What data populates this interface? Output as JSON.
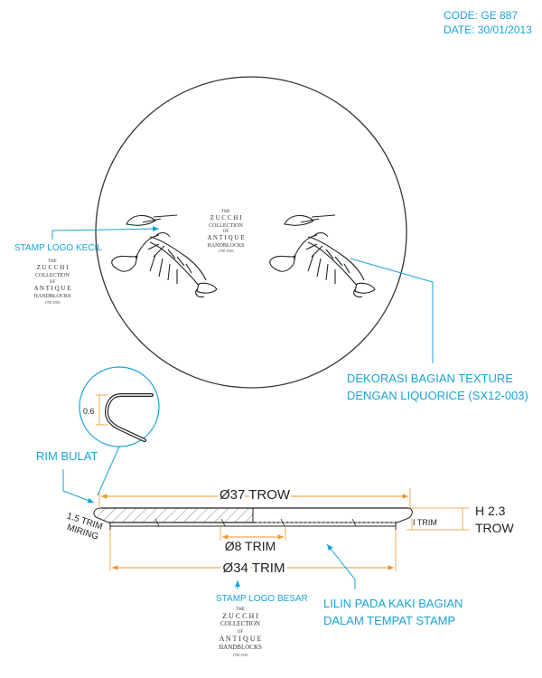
{
  "header": {
    "code": "CODE: GE 887",
    "date": "DATE: 30/01/2013"
  },
  "callouts": {
    "stamp_small": "STAMP LOGO KECIL",
    "decoration_line1": "DEKORASI BAGIAN TEXTURE",
    "decoration_line2": "DENGAN LIQUORICE (SX12-003)",
    "rim": "RIM BULAT",
    "stamp_large": "STAMP LOGO BESAR",
    "wax_line1": "LILIN PADA KAKI BAGIAN",
    "wax_line2": "DALAM TEMPAT STAMP"
  },
  "logo": {
    "the": "THE",
    "brand": "Z U C C H I",
    "collection": "COLLECTION",
    "of": "OF",
    "antique": "A N T I Q U E",
    "handblocks": "HANDBLOCKS",
    "years": "1785 1935"
  },
  "dimensions": {
    "rim_thickness": "0.6",
    "outer_diameter": "Ø37 TROW",
    "height": "H 2.3",
    "height_unit": "TROW",
    "foot_trim": "I TRIM",
    "rim_trim_1": "1.5 TRIM",
    "rim_trim_2": "MIRING",
    "inner_diameter": "Ø8 TRIM",
    "base_diameter": "Ø34 TRIM"
  },
  "colors": {
    "accent": "#1aa3d6",
    "dimension": "#e8962e",
    "line": "#222222"
  }
}
